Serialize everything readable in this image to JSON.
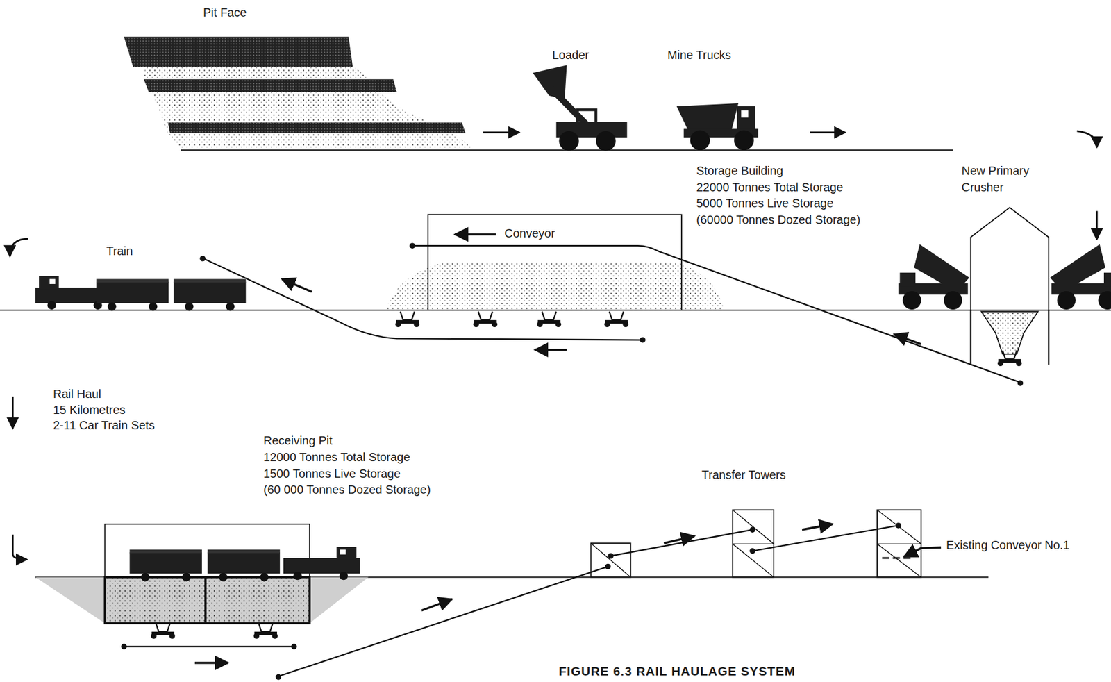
{
  "diagram": {
    "caption": "FIGURE 6.3 RAIL HAULAGE SYSTEM",
    "labels": [
      "Pit Face",
      "Loader",
      "Mine Trucks",
      "Storage Building",
      "22000 Tonnes Total Storage",
      "5000 Tonnes Live Storage",
      "(60000 Tonnes Dozed Storage)",
      "New Primary",
      "Crusher",
      "Conveyor",
      "Train",
      "Rail Haul",
      "15 Kilometres",
      "2-11 Car Train Sets",
      "Receiving Pit",
      "12000 Tonnes Total Storage",
      "1500 Tonnes Live Storage",
      "(60 000 Tonnes Dozed Storage)",
      "Transfer Towers",
      "Existing Conveyor No.1"
    ]
  }
}
